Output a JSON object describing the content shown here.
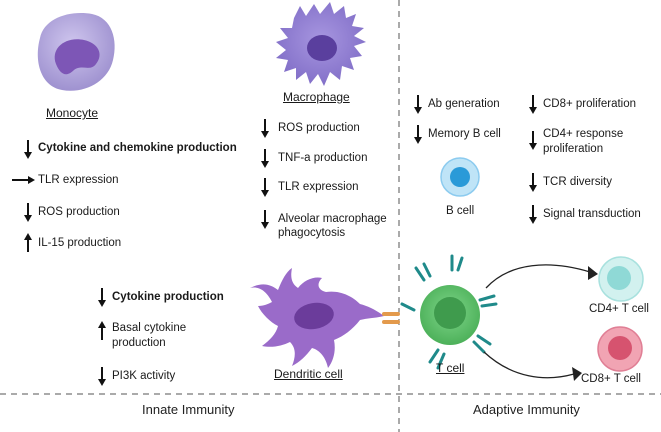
{
  "innate": {
    "footer_label": "Innate Immunity",
    "monocyte": {
      "name": "Monocyte",
      "effects": [
        {
          "direction": "down",
          "label": "Cytokine and chemokine production",
          "bold": true
        },
        {
          "direction": "unchanged",
          "label": "TLR expression",
          "bold": false
        },
        {
          "direction": "down",
          "label": "ROS production",
          "bold": false
        },
        {
          "direction": "up",
          "label": "IL-15 production",
          "bold": false
        }
      ]
    },
    "macrophage": {
      "name": "Macrophage",
      "effects": [
        {
          "direction": "down",
          "label": "ROS production"
        },
        {
          "direction": "down",
          "label": "TNF-a production"
        },
        {
          "direction": "down",
          "label": "TLR expression"
        },
        {
          "direction": "down",
          "label_line1": "Alveolar macrophage",
          "label_line2": "phagocytosis"
        }
      ]
    },
    "dendritic": {
      "name": "Dendritic cell",
      "effects": [
        {
          "direction": "down",
          "label": "Cytokine production",
          "bold": true
        },
        {
          "direction": "up",
          "label_line1": "Basal cytokine",
          "label_line2": "production"
        },
        {
          "direction": "down",
          "label": "PI3K activity"
        }
      ]
    }
  },
  "adaptive": {
    "footer_label": "Adaptive Immunity",
    "bcell": {
      "name": "B cell",
      "effects": [
        {
          "direction": "down",
          "label": "Ab generation"
        },
        {
          "direction": "down",
          "label": "Memory B cell"
        }
      ]
    },
    "tcell_effects": [
      {
        "direction": "down",
        "label": "CD8+ proliferation"
      },
      {
        "direction": "down",
        "label_line1": "CD4+ response",
        "label_line2": "proliferation"
      },
      {
        "direction": "down",
        "label": "TCR diversity"
      },
      {
        "direction": "down",
        "label": "Signal transduction"
      }
    ],
    "tcell": {
      "name": "T cell"
    },
    "cd4": {
      "name": "CD4+ T cell"
    },
    "cd8": {
      "name": "CD8+ T cell"
    }
  },
  "colors": {
    "monocyte": "#a99ad6",
    "monocyte_nucleus": "#7d56b6",
    "macrophage": "#8a78d0",
    "dendritic": "#9a6bc9",
    "bcell": "#3aa0dd",
    "tcell": "#5fbf6a",
    "cd4": "#8fd9d6",
    "cd8": "#e86f88",
    "receptor": "#1f8a8a",
    "divider": "#555555"
  },
  "icons": [
    "down-arrow-icon",
    "up-arrow-icon",
    "right-arrow-icon"
  ]
}
